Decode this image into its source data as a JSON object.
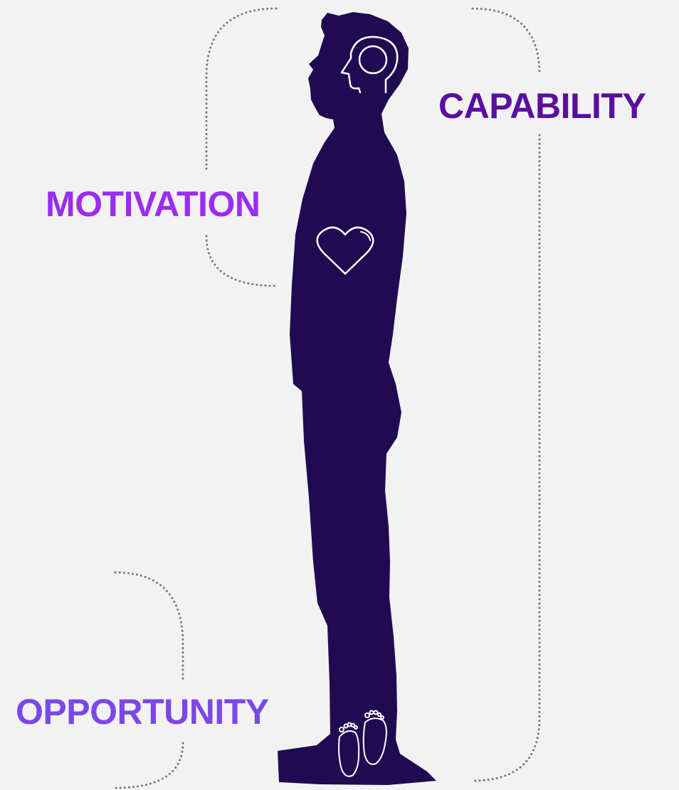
{
  "labels": {
    "capability": "CAPABILITY",
    "motivation": "MOTIVATION",
    "opportunity": "OPPORTUNITY"
  },
  "colors": {
    "background": "#f2f2f2",
    "silhouette": "#200b52",
    "capability": "#5a0f9e",
    "motivation": "#9b2cf0",
    "opportunity": "#7b48e6",
    "bracket": "#777777",
    "icon_stroke": "#ffffff"
  },
  "icons": {
    "capability": "head-brain-icon",
    "motivation": "heart-icon",
    "opportunity": "footprints-icon"
  }
}
